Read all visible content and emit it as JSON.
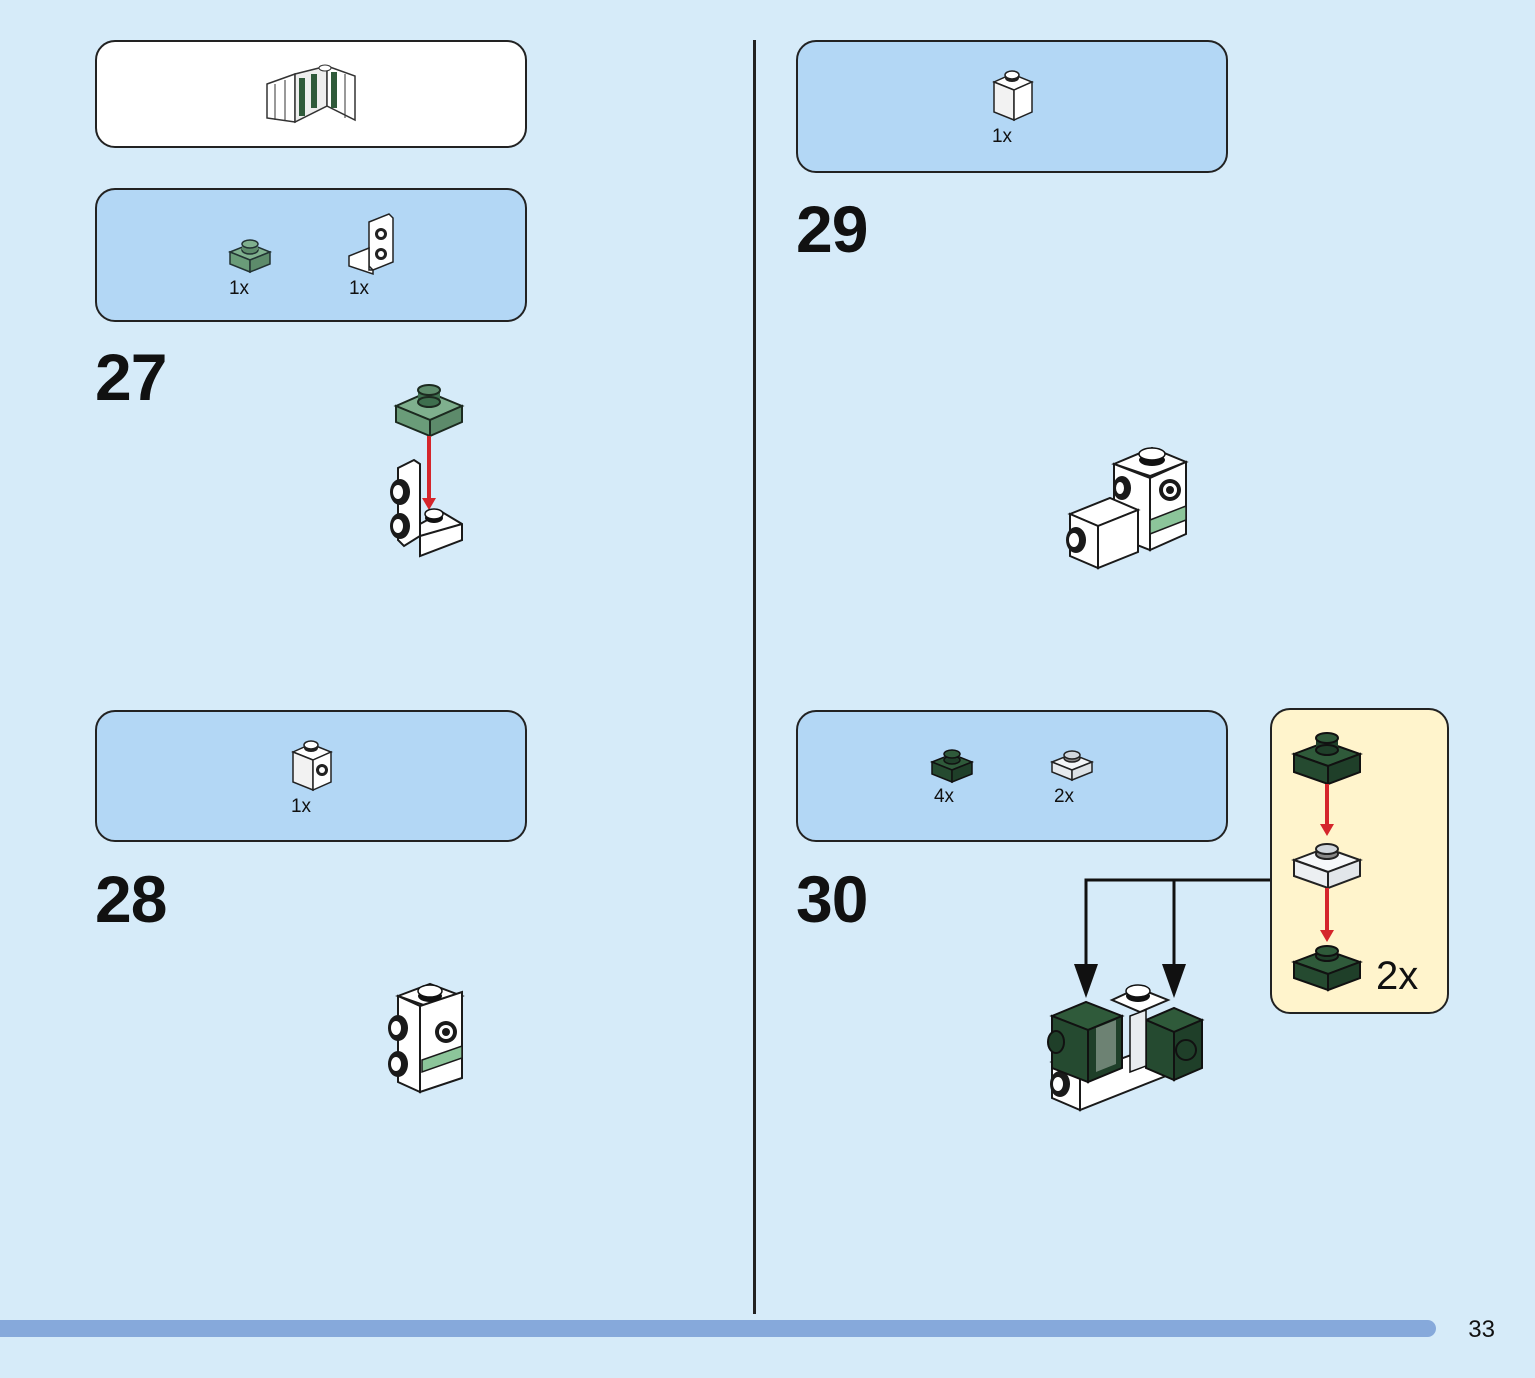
{
  "steps": [
    {
      "number": "27",
      "parts": [
        {
          "qty": "1x",
          "part": "green-plate-1x1"
        },
        {
          "qty": "1x",
          "part": "white-bracket"
        }
      ]
    },
    {
      "number": "28",
      "parts": [
        {
          "qty": "1x",
          "part": "white-brick-1x1-stud"
        }
      ]
    },
    {
      "number": "29",
      "parts": [
        {
          "qty": "1x",
          "part": "white-brick-1x1"
        }
      ]
    },
    {
      "number": "30",
      "parts": [
        {
          "qty": "4x",
          "part": "dark-green-plate-1x1"
        },
        {
          "qty": "2x",
          "part": "transparent-plate-1x1"
        }
      ]
    }
  ],
  "subassembly": {
    "multiplier": "2x"
  },
  "page_number": "33",
  "colors": {
    "background": "#d6ebf9",
    "parts_box": "#b3d7f5",
    "subassembly_box": "#fff4cc",
    "sand_green": "#7fb08e",
    "dark_green": "#2f5a3a",
    "arrow_red": "#d5252b",
    "progress_bar": "#86a9db"
  }
}
